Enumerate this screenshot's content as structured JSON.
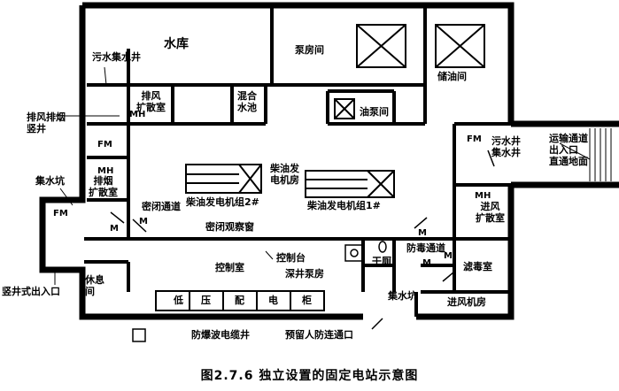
{
  "rooms": {
    "water_tank": "水库",
    "pump_room": "泵房间",
    "oil_storage": "储油间",
    "sewage_well_top": "污水集水井",
    "exhaust_diffusion": [
      "排风",
      "扩散室"
    ],
    "mixing_pool": [
      "混合",
      "水池"
    ],
    "oil_pump": "油泵间",
    "diesel_room": [
      "柴油发",
      "电机房"
    ],
    "genset2": "柴油发电机组2#",
    "genset1": "柴油发电机组1#",
    "smoke_diffusion": [
      "排烟",
      "扩散室"
    ],
    "sealed_passage": "密闭通道",
    "sealed_window": "密闭观察窗",
    "control_room": "控制室",
    "console": "控制台",
    "deepwell_pump": "深井泵房",
    "dry_toilet": "干厕",
    "decon_passage": "防毒通道",
    "filter_room": "滤毒室",
    "sump_bottom": "集水坑",
    "intake_fan": "进风机房",
    "rest": [
      "休息",
      "间"
    ],
    "sewage_well_right": [
      "污水井",
      "集水井"
    ],
    "intake_diffusion": [
      "进风",
      "扩散室"
    ],
    "cabinets": [
      "低",
      "压",
      "配",
      "电",
      "柜"
    ]
  },
  "callouts": {
    "exhaust_shaft": [
      "排风排烟",
      "竖井"
    ],
    "sump_left": "集水坑",
    "vertical_exit": "竖井式出入口",
    "transport_passage": [
      "运输通道",
      "出入口",
      "直通地面"
    ],
    "blast_cable_well": "防爆波电缆井",
    "reserved_link": "预留人防连通口"
  },
  "marks": {
    "MH": "MH",
    "FM": "FM",
    "M": "M"
  },
  "caption": "图2.7.6   独立设置的固定电站示意图"
}
